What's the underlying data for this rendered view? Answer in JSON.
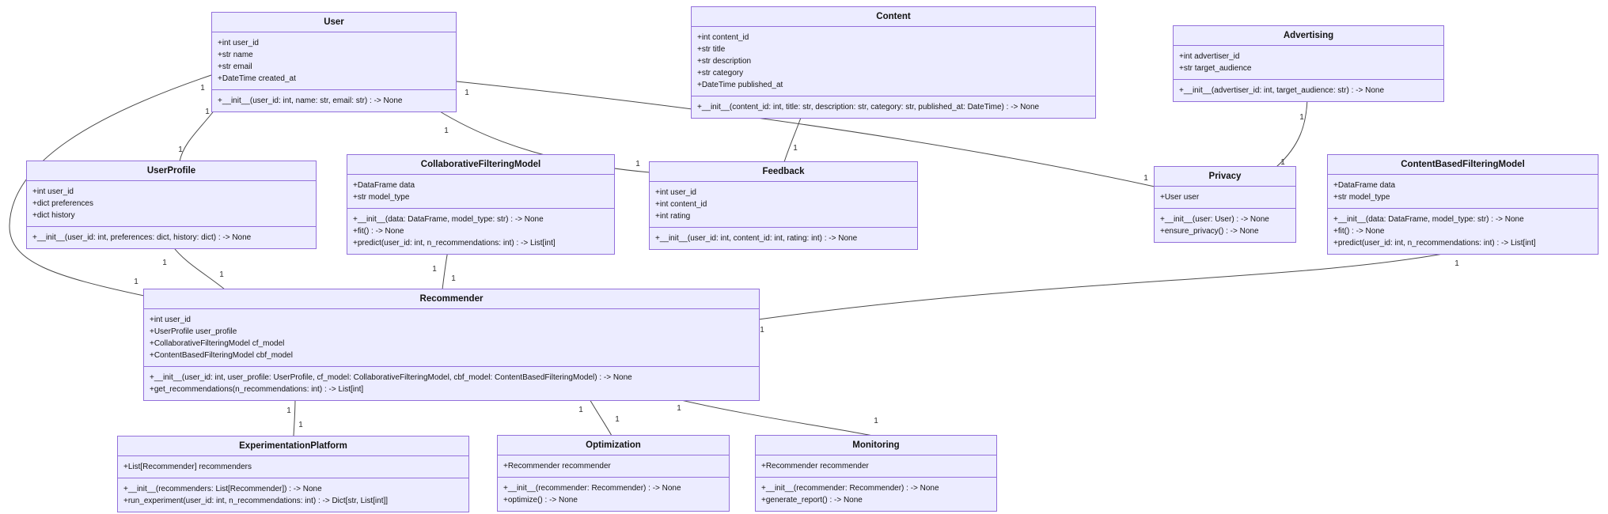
{
  "diagram": {
    "type": "uml-class-diagram",
    "colors": {
      "background": "#ffffff",
      "node_fill": "#ECECFF",
      "node_border": "#9370DB",
      "edge_line": "#4a4a4a",
      "text": "#131313"
    },
    "classes": [
      {
        "name": "User",
        "attributes": [
          "+int user_id",
          "+str name",
          "+str email",
          "+DateTime created_at"
        ],
        "methods": [
          "+__init__(user_id: int, name: str, email: str) : -> None"
        ]
      },
      {
        "name": "Content",
        "attributes": [
          "+int content_id",
          "+str title",
          "+str description",
          "+str category",
          "+DateTime published_at"
        ],
        "methods": [
          "+__init__(content_id: int, title: str, description: str, category: str, published_at: DateTime) : -> None"
        ]
      },
      {
        "name": "Advertising",
        "attributes": [
          "+int advertiser_id",
          "+str target_audience"
        ],
        "methods": [
          "+__init__(advertiser_id: int, target_audience: str) : -> None"
        ]
      },
      {
        "name": "UserProfile",
        "attributes": [
          "+int user_id",
          "+dict preferences",
          "+dict history"
        ],
        "methods": [
          "+__init__(user_id: int, preferences: dict, history: dict) : -> None"
        ]
      },
      {
        "name": "CollaborativeFilteringModel",
        "attributes": [
          "+DataFrame data",
          "+str model_type"
        ],
        "methods": [
          "+__init__(data: DataFrame, model_type: str) : -> None",
          "+fit() : -> None",
          "+predict(user_id: int, n_recommendations: int) : -> List[int]"
        ]
      },
      {
        "name": "Feedback",
        "attributes": [
          "+int user_id",
          "+int content_id",
          "+int rating"
        ],
        "methods": [
          "+__init__(user_id: int, content_id: int, rating: int) : -> None"
        ]
      },
      {
        "name": "Privacy",
        "attributes": [
          "+User user"
        ],
        "methods": [
          "+__init__(user: User) : -> None",
          "+ensure_privacy() : -> None"
        ]
      },
      {
        "name": "ContentBasedFilteringModel",
        "attributes": [
          "+DataFrame data",
          "+str model_type"
        ],
        "methods": [
          "+__init__(data: DataFrame, model_type: str) : -> None",
          "+fit() : -> None",
          "+predict(user_id: int, n_recommendations: int) : -> List[int]"
        ]
      },
      {
        "name": "Recommender",
        "attributes": [
          "+int user_id",
          "+UserProfile user_profile",
          "+CollaborativeFilteringModel cf_model",
          "+ContentBasedFilteringModel cbf_model"
        ],
        "methods": [
          "+__init__(user_id: int, user_profile: UserProfile, cf_model: CollaborativeFilteringModel, cbf_model: ContentBasedFilteringModel) : -> None",
          "+get_recommendations(n_recommendations: int) : -> List[int]"
        ]
      },
      {
        "name": "ExperimentationPlatform",
        "attributes": [
          "+List[Recommender] recommenders"
        ],
        "methods": [
          "+__init__(recommenders: List[Recommender]) : -> None",
          "+run_experiment(user_id: int, n_recommendations: int) : -> Dict[str, List[int]]"
        ]
      },
      {
        "name": "Optimization",
        "attributes": [
          "+Recommender recommender"
        ],
        "methods": [
          "+__init__(recommender: Recommender) : -> None",
          "+optimize() : -> None"
        ]
      },
      {
        "name": "Monitoring",
        "attributes": [
          "+Recommender recommender"
        ],
        "methods": [
          "+__init__(recommender: Recommender) : -> None",
          "+generate_report() : -> None"
        ]
      }
    ],
    "edges": [
      {
        "from": "User",
        "to": "UserProfile",
        "cards": [
          "1",
          "1"
        ]
      },
      {
        "from": "User",
        "to": "Recommender",
        "cards": [
          "1",
          "1"
        ]
      },
      {
        "from": "User",
        "to": "Privacy",
        "cards": [
          "1",
          "1"
        ]
      },
      {
        "from": "User",
        "to": "Feedback",
        "cards": [
          "1",
          "1"
        ]
      },
      {
        "from": "Content",
        "to": "Feedback",
        "cards": [
          "1"
        ]
      },
      {
        "from": "Advertising",
        "to": "Privacy",
        "cards": [
          "1",
          "1"
        ]
      },
      {
        "from": "UserProfile",
        "to": "Recommender",
        "cards": [
          "1",
          "1"
        ]
      },
      {
        "from": "CollaborativeFilteringModel",
        "to": "Recommender",
        "cards": [
          "1",
          "1"
        ]
      },
      {
        "from": "ContentBasedFilteringModel",
        "to": "Recommender",
        "cards": [
          "1",
          "1"
        ]
      },
      {
        "from": "Recommender",
        "to": "ExperimentationPlatform",
        "cards": [
          "1",
          "1"
        ]
      },
      {
        "from": "Recommender",
        "to": "Optimization",
        "cards": [
          "1",
          "1"
        ]
      },
      {
        "from": "Recommender",
        "to": "Monitoring",
        "cards": [
          "1",
          "1"
        ]
      }
    ]
  }
}
